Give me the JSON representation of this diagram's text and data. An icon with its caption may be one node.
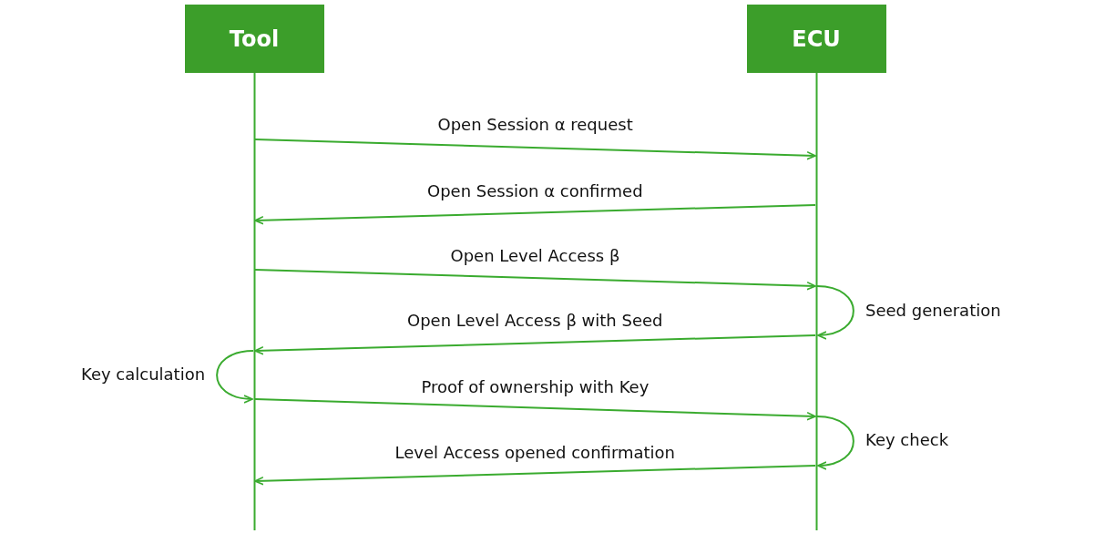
{
  "diagram": {
    "nodes": [
      {
        "text": [
          "Tool"
        ]
      },
      {
        "text": [
          "ECU"
        ]
      }
    ],
    "edges": [
      {
        "from": 0,
        "to": 1,
        "arrow": "to",
        "label": "Open Session α request"
      },
      {
        "from": 1,
        "to": 0,
        "arrow": "to",
        "label": "Open Session α confirmed"
      },
      {
        "from": 0,
        "to": 1,
        "arrow": "to",
        "label": "Open Level Access β"
      },
      {
        "from": 1,
        "to": 1,
        "arrow": "to",
        "label": "Seed generation"
      },
      {
        "from": 1,
        "to": 0,
        "arrow": "to",
        "label": "Open Level Access β with Seed"
      },
      {
        "from": 0,
        "to": 0,
        "arrow": "to",
        "label": "Key calculation"
      },
      {
        "from": 0,
        "to": 1,
        "arrow": "to",
        "label": "Proof of ownership with Key"
      },
      {
        "from": 1,
        "to": 1,
        "arrow": "to",
        "label": "Key check"
      },
      {
        "from": 1,
        "to": 0,
        "arrow": "to",
        "label": "Level Access opened confirmation"
      }
    ]
  }
}
